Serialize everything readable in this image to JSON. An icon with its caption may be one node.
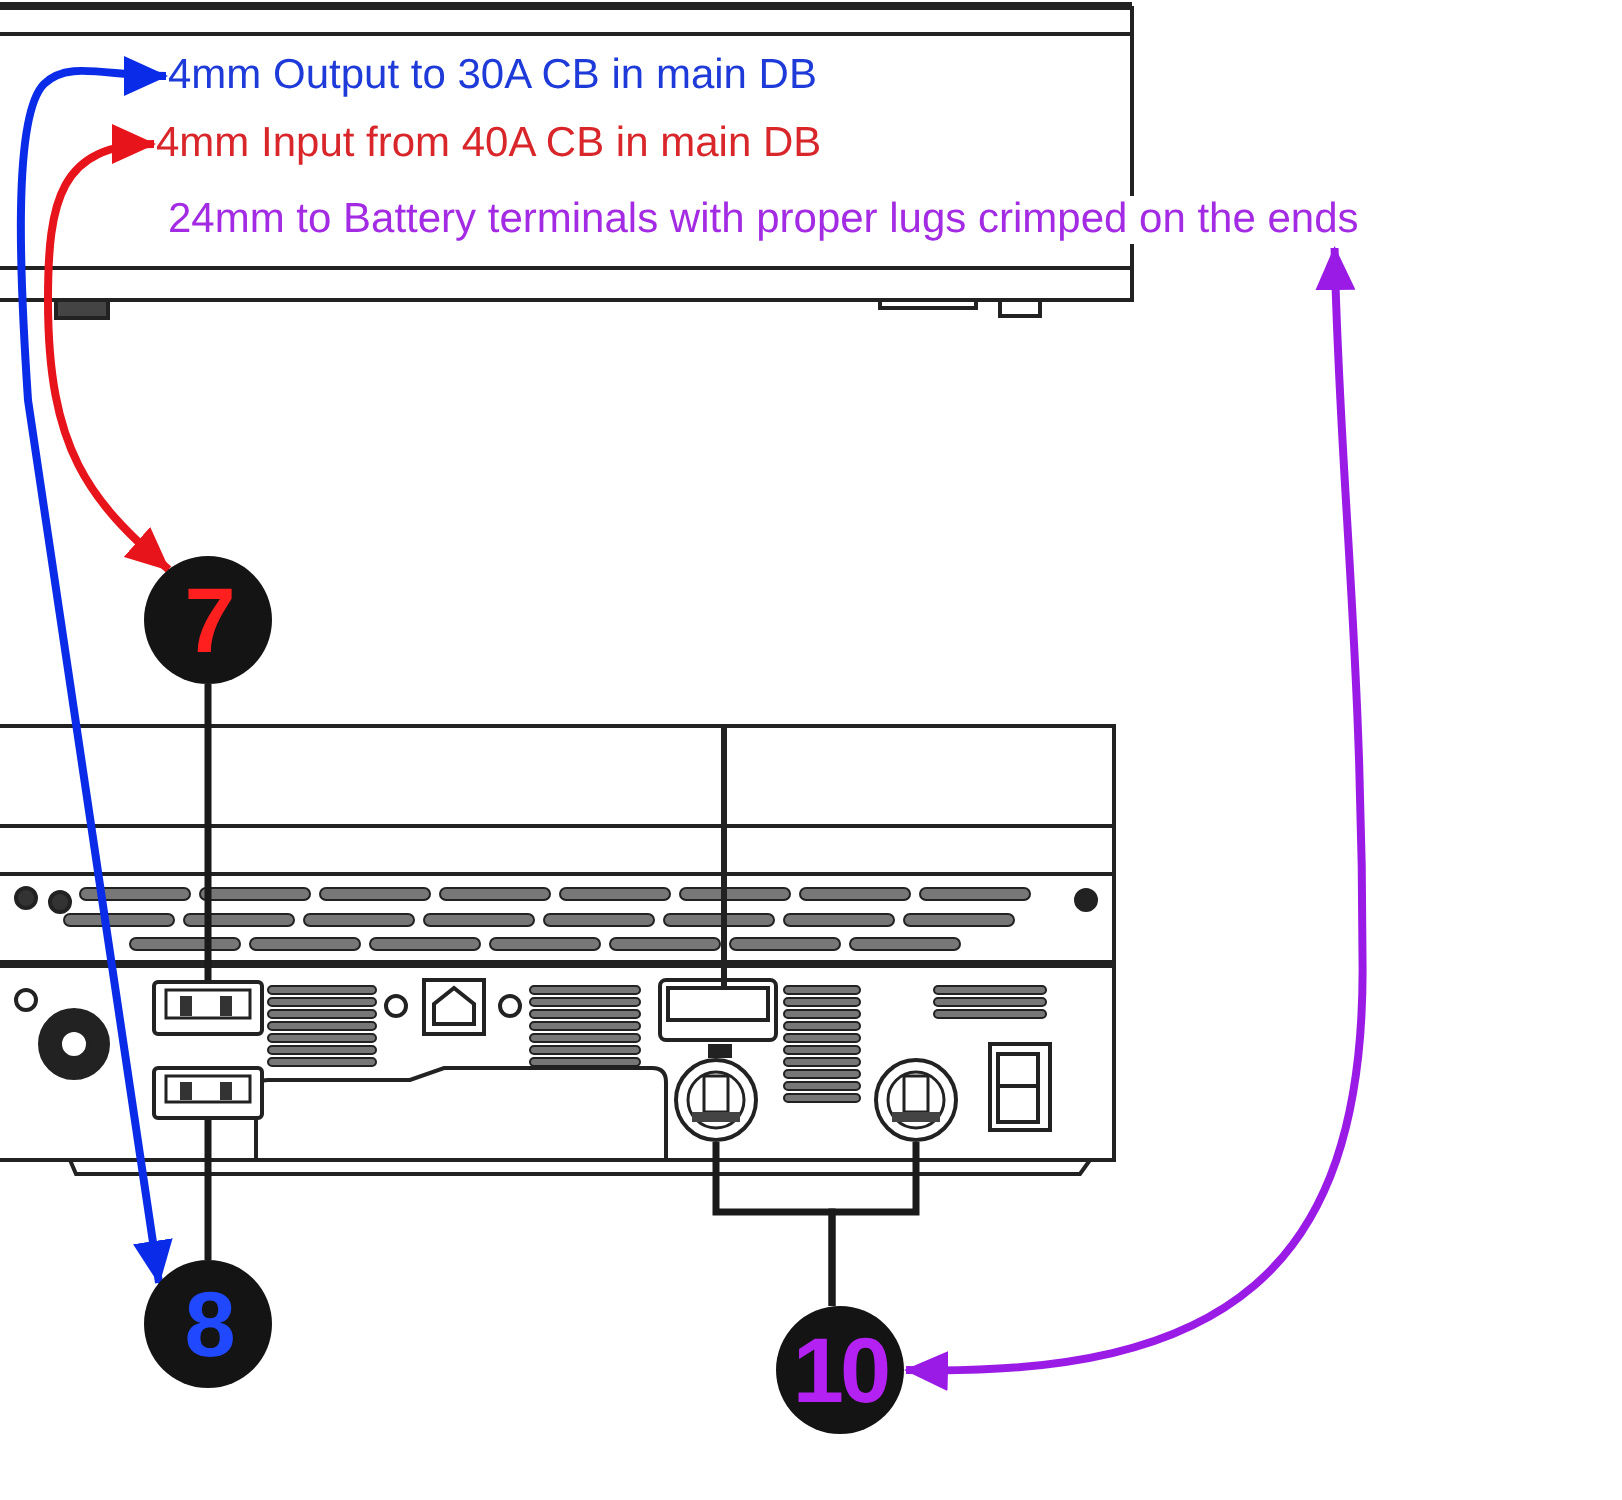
{
  "diagram": {
    "nodes": [
      {
        "text": [
          "4mm Output to 30A CB in main DB"
        ]
      },
      {
        "text": [
          "4mm Input from 40A CB in main DB"
        ]
      },
      {
        "text": [
          "24mm to Battery terminals with proper lugs crimped on the ends"
        ]
      },
      {
        "text": [
          "7"
        ]
      },
      {
        "text": [
          "8"
        ]
      },
      {
        "text": [
          "10"
        ]
      },
      {
        "text": [],
        "shape": "box"
      },
      {
        "text": [],
        "shape": "box"
      },
      {
        "text": [],
        "shape": "circle"
      },
      {
        "text": [],
        "shape": "circle"
      }
    ],
    "edges": [
      {
        "from": 4,
        "to": 0,
        "arrow": "both",
        "color": "#0a2ce8"
      },
      {
        "from": 3,
        "to": 1,
        "arrow": "both",
        "color": "#e8141b"
      },
      {
        "from": 5,
        "to": 2,
        "arrow": "both",
        "color": "#9a1be6"
      },
      {
        "from": 3,
        "to": 6,
        "arrow": "none"
      },
      {
        "from": 4,
        "to": 7,
        "arrow": "none"
      },
      {
        "from": 5,
        "to": 8,
        "arrow": "none"
      },
      {
        "from": 5,
        "to": 9,
        "arrow": "none"
      }
    ]
  }
}
